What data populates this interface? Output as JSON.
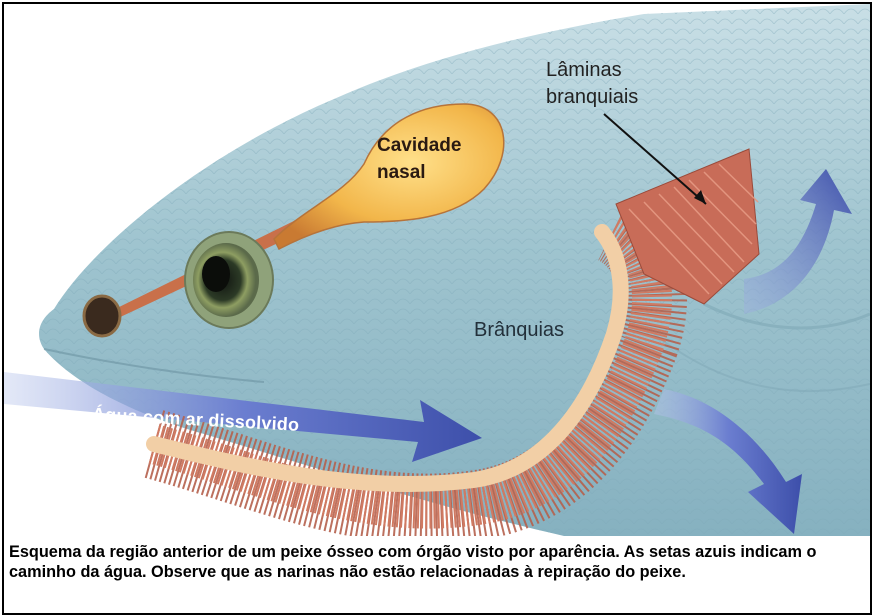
{
  "figure": {
    "labels": {
      "nasal_cavity": [
        "Cavidade",
        "nasal"
      ],
      "gill_lamellae": [
        "Lâminas",
        "branquiais"
      ],
      "gills": "Brânquias",
      "water_arrow": "Água com ar dissolvido"
    },
    "caption": "Esquema da região anterior de um peixe ósseo com órgão visto por aparência. As setas azuis indicam o caminho da água. Observe que as narinas não estão relacionadas à repiração do peixe.",
    "colors": {
      "fish_body": "#9fc4cf",
      "gills": "#c86c58",
      "nasal_cavity": "#f2b64a",
      "water_arrow": "#4b5fb8",
      "background": "#ffffff"
    }
  }
}
